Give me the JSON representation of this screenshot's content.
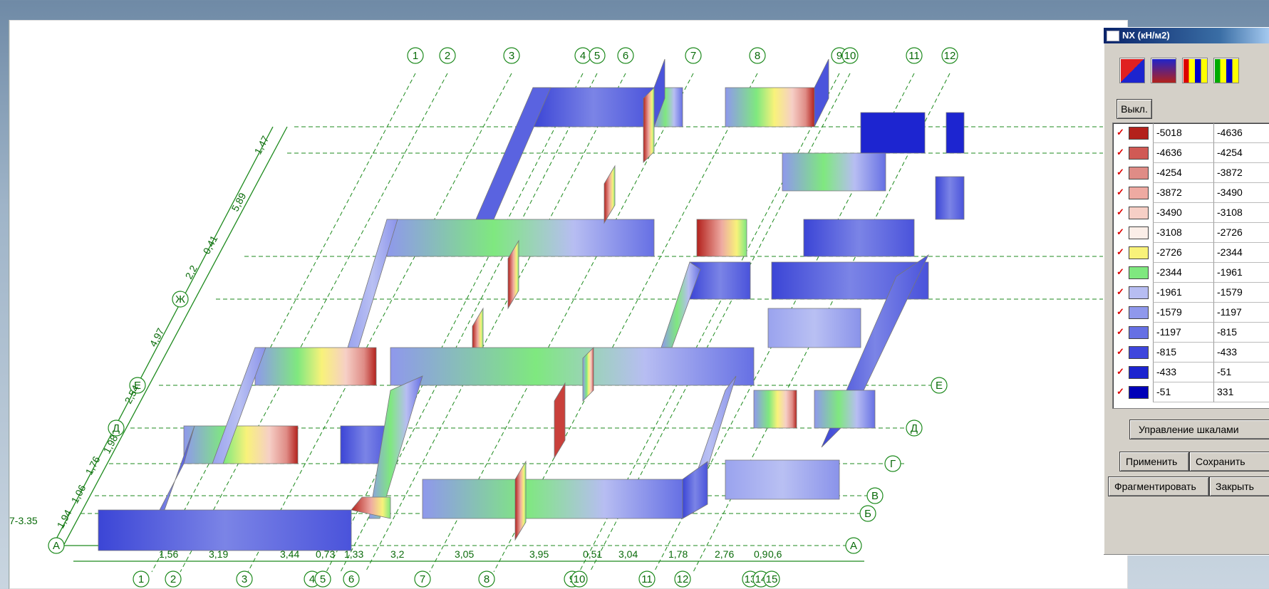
{
  "legend": {
    "title": "NX (кН/м2)",
    "off_button": "Выкл.",
    "scale_button": "Управление шкалами",
    "apply_button": "Применить",
    "save_button": "Сохранить",
    "fragment_button": "Фрагментировать",
    "close_button": "Закрыть",
    "palette_icons": [
      "palette-diagonal-icon",
      "palette-gradient-icon",
      "palette-stripes-warm-icon",
      "palette-stripes-cool-icon"
    ],
    "rows": [
      {
        "from": "-5018",
        "to": "-4636",
        "color": "#b3211c"
      },
      {
        "from": "-4636",
        "to": "-4254",
        "color": "#d05a55"
      },
      {
        "from": "-4254",
        "to": "-3872",
        "color": "#df8c86"
      },
      {
        "from": "-3872",
        "to": "-3490",
        "color": "#eeaaa2"
      },
      {
        "from": "-3490",
        "to": "-3108",
        "color": "#f6cfc6"
      },
      {
        "from": "-3108",
        "to": "-2726",
        "color": "#fbeee8"
      },
      {
        "from": "-2726",
        "to": "-2344",
        "color": "#f8f27a"
      },
      {
        "from": "-2344",
        "to": "-1961",
        "color": "#7fe87f"
      },
      {
        "from": "-1961",
        "to": "-1579",
        "color": "#b7bdf2"
      },
      {
        "from": "-1579",
        "to": "-1197",
        "color": "#8f98ec"
      },
      {
        "from": "-1197",
        "to": "-815",
        "color": "#6670e4"
      },
      {
        "from": "-815",
        "to": "-433",
        "color": "#3e46dc"
      },
      {
        "from": "-433",
        "to": "-51",
        "color": "#1c24cf"
      },
      {
        "from": "-51",
        "to": "331",
        "color": "#0000b8"
      }
    ]
  },
  "axes": {
    "numbers": [
      "1",
      "2",
      "3",
      "4",
      "5",
      "6",
      "7",
      "8",
      "9",
      "10",
      "11",
      "12"
    ],
    "numbers_bottom": [
      "1",
      "2",
      "3",
      "4",
      "5",
      "6",
      "7",
      "8",
      "9",
      "10",
      "11",
      "12",
      "13",
      "14",
      "15"
    ],
    "letters_right": [
      "Е",
      "Д",
      "Г",
      "В",
      "Б",
      "А"
    ],
    "letters_left": [
      "Ж",
      "Е",
      "Д",
      "А"
    ],
    "elevation_left": "7-3.35"
  },
  "dimensions_bottom": [
    "1,56",
    "3,19",
    "3,44",
    "0,73",
    "1,33",
    "3,2",
    "3,05",
    "3,95",
    "0,51",
    "3,04",
    "1,78",
    "2,76",
    "0,9",
    "0,6"
  ],
  "dimensions_left": [
    "1,47",
    "5,89",
    "2,2",
    "0,41",
    "4,97",
    "2,54",
    "1,98",
    "1,76",
    "1,06",
    "1,94"
  ]
}
